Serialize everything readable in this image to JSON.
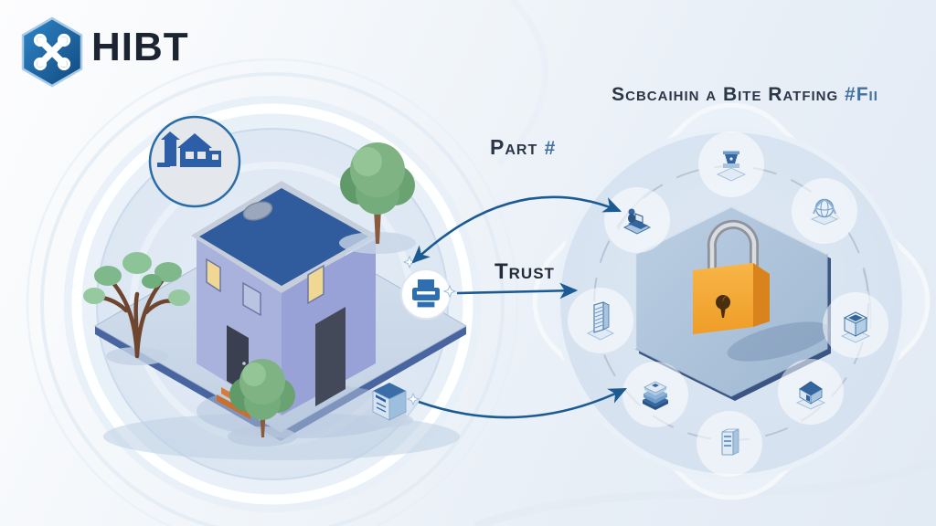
{
  "logo": {
    "text": "HIBT",
    "icon": "crossed-tools-hexagon-icon",
    "color": "#1f6fb5"
  },
  "heading": {
    "main": "Scbcaihin a Bite Ratfing ",
    "suffix": "#Fii"
  },
  "connections": {
    "part_label": "Part",
    "part_symbol": "#",
    "trust_label": "Trust"
  },
  "left_scene": {
    "name": "home-property-scene",
    "badge_icon": "buildings-cluster-icon",
    "house": "flat-roof-house",
    "trees": [
      "deciduous-tree",
      "round-tree-top",
      "round-tree-bottom"
    ],
    "printer_badge_icon": "printer-icon",
    "ledger_icon": "ledger-box-icon"
  },
  "right_scene": {
    "name": "security-hexagon-scene",
    "center_icon": "padlock-icon",
    "ring_icons": [
      {
        "name": "trophy-icon",
        "position": "top"
      },
      {
        "name": "globe-icon",
        "position": "top-right"
      },
      {
        "name": "open-box-icon",
        "position": "right"
      },
      {
        "name": "house-icon",
        "position": "bottom-right"
      },
      {
        "name": "server-icon",
        "position": "bottom"
      },
      {
        "name": "books-stack-icon",
        "position": "bottom-left"
      },
      {
        "name": "skyscraper-icon",
        "position": "left"
      },
      {
        "name": "person-desk-icon",
        "position": "top-left"
      }
    ]
  },
  "colors": {
    "accent_blue": "#1b5a92",
    "navy_text": "#1b2430",
    "hexagon_fill": "#afc4db",
    "padlock_orange": "#f4a73a",
    "background": "#edf3f9"
  }
}
